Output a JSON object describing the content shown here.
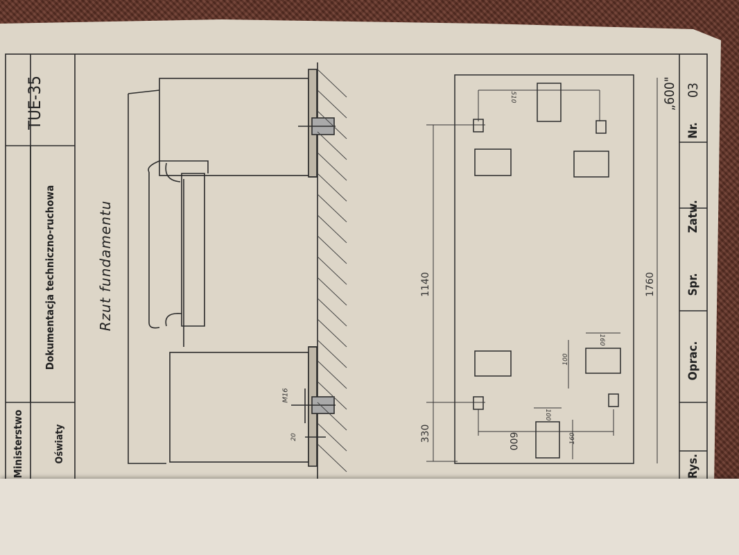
{
  "title_block": {
    "ministry_line1": "Ministerstwo",
    "ministry_line2": "Oświaty",
    "documentation": "Dokumentacja techniczno-ruchowa",
    "code": "TUE-35"
  },
  "heading": "Rzut fundamentu",
  "annotations": {
    "bolt": "M16",
    "gap": "20"
  },
  "dimensions": {
    "d330": "330",
    "d1140": "1140",
    "d1760": "1760",
    "d600": "600",
    "d510": "510",
    "d100a": "100",
    "d160a": "160",
    "d100b": "100",
    "d160b": "160"
  },
  "footer": {
    "rys": "Rys.",
    "oprac": "Oprac.",
    "spr": "Spr.",
    "zatw": "Zatw.",
    "nr": "Nr.",
    "nr_value": "03",
    "size": "„600\""
  }
}
